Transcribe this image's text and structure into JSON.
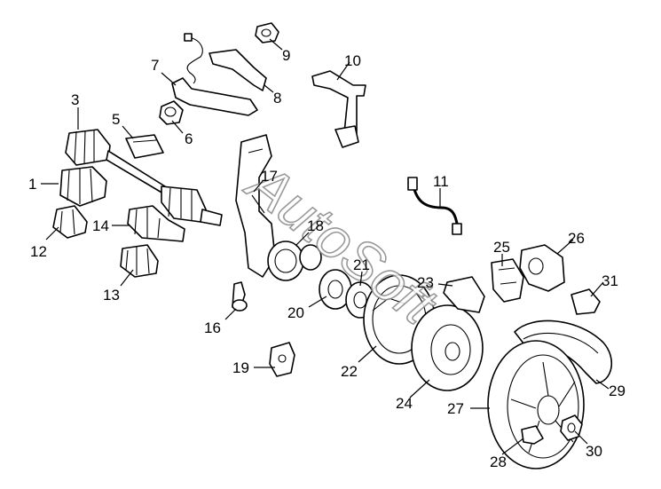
{
  "diagram": {
    "watermark": "AutoSoft",
    "callouts": [
      {
        "id": "1",
        "text": "1"
      },
      {
        "id": "3",
        "text": "3"
      },
      {
        "id": "5",
        "text": "5"
      },
      {
        "id": "6",
        "text": "6"
      },
      {
        "id": "7",
        "text": "7"
      },
      {
        "id": "8",
        "text": "8"
      },
      {
        "id": "9",
        "text": "9"
      },
      {
        "id": "10",
        "text": "10"
      },
      {
        "id": "11",
        "text": "11"
      },
      {
        "id": "12",
        "text": "12"
      },
      {
        "id": "13",
        "text": "13"
      },
      {
        "id": "14",
        "text": "14"
      },
      {
        "id": "16",
        "text": "16"
      },
      {
        "id": "17",
        "text": "17"
      },
      {
        "id": "18",
        "text": "18"
      },
      {
        "id": "19",
        "text": "19"
      },
      {
        "id": "20",
        "text": "20"
      },
      {
        "id": "21",
        "text": "21"
      },
      {
        "id": "22",
        "text": "22"
      },
      {
        "id": "23",
        "text": "23"
      },
      {
        "id": "24",
        "text": "24"
      },
      {
        "id": "25",
        "text": "25"
      },
      {
        "id": "26",
        "text": "26"
      },
      {
        "id": "27",
        "text": "27"
      },
      {
        "id": "28",
        "text": "28"
      },
      {
        "id": "29",
        "text": "29"
      },
      {
        "id": "30",
        "text": "30"
      },
      {
        "id": "31",
        "text": "31"
      }
    ]
  }
}
